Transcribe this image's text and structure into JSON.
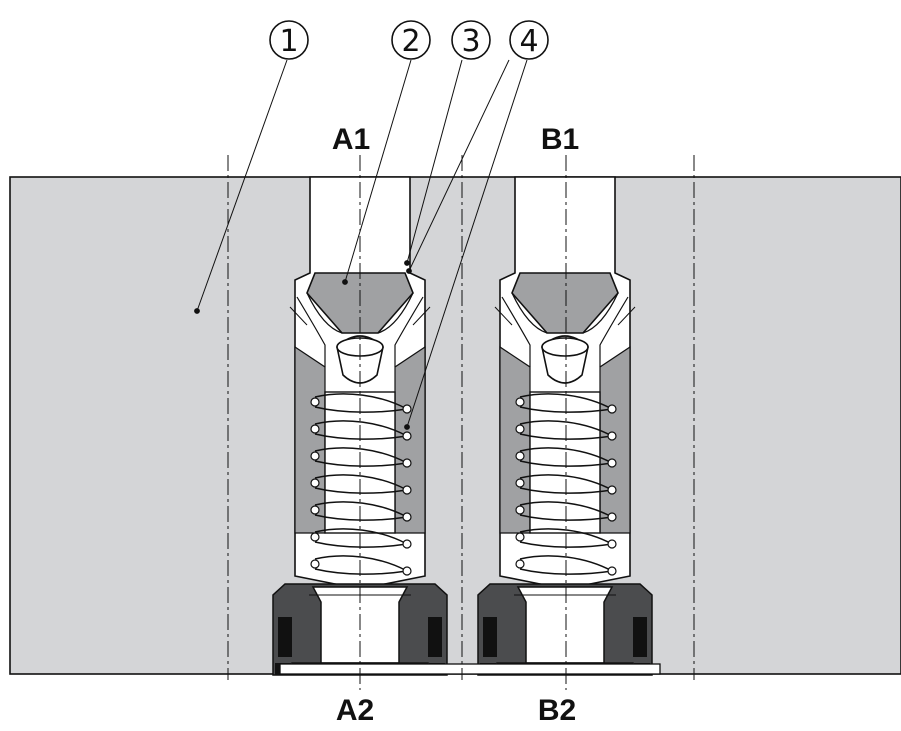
{
  "ports": {
    "a1": "A1",
    "b1": "B1",
    "a2": "A2",
    "b2": "B2"
  },
  "callouts": [
    "1",
    "2",
    "3",
    "4"
  ],
  "colors": {
    "body": "#d4d5d7",
    "poppet": "#a0a1a3",
    "seal": "#4b4c4e",
    "ring": "#111111",
    "outline": "#111111",
    "background": "#ffffff"
  }
}
